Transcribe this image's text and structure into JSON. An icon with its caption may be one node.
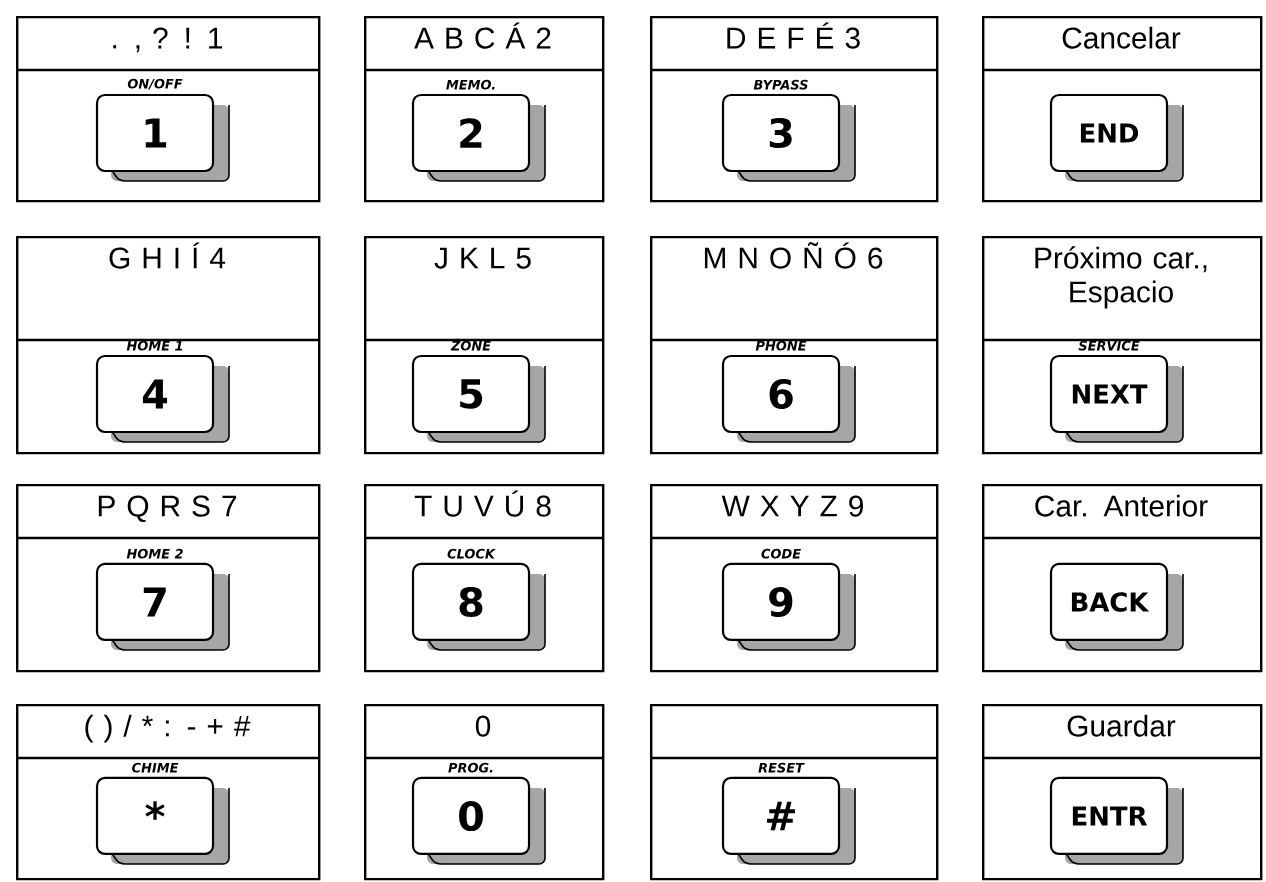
{
  "diagram": {
    "nodes": [
      {
        "text": [
          ". , ? ! 1"
        ]
      },
      {
        "text": [
          "1"
        ],
        "in": 0,
        "beside": [
          "ON/OFF"
        ]
      },
      {
        "text": [
          "A B C Á 2"
        ]
      },
      {
        "text": [
          "2"
        ],
        "in": 2,
        "beside": [
          "MEMO."
        ]
      },
      {
        "text": [
          "D E F É 3"
        ]
      },
      {
        "text": [
          "3"
        ],
        "in": 4,
        "beside": [
          "BYPASS"
        ]
      },
      {
        "text": [
          "Cancelar"
        ]
      },
      {
        "text": [
          "END"
        ],
        "in": 6
      },
      {
        "text": [
          "G H I Í 4"
        ]
      },
      {
        "text": [
          "4"
        ],
        "in": 8,
        "beside": [
          "HOME 1"
        ]
      },
      {
        "text": [
          "J K L 5"
        ]
      },
      {
        "text": [
          "5"
        ],
        "in": 10,
        "beside": [
          "ZONE"
        ]
      },
      {
        "text": [
          "M N O Ñ Ó 6"
        ]
      },
      {
        "text": [
          "6"
        ],
        "in": 12,
        "beside": [
          "PHONE"
        ]
      },
      {
        "text": [
          "Próximo car., Espacio"
        ]
      },
      {
        "text": [
          "NEXT"
        ],
        "in": 14,
        "beside": [
          "SERVICE"
        ]
      },
      {
        "text": [
          "P Q R S 7"
        ]
      },
      {
        "text": [
          "7"
        ],
        "in": 16,
        "beside": [
          "HOME 2"
        ]
      },
      {
        "text": [
          "T U V Ú 8"
        ]
      },
      {
        "text": [
          "8"
        ],
        "in": 18,
        "beside": [
          "CLOCK"
        ]
      },
      {
        "text": [
          "W X Y Z 9"
        ]
      },
      {
        "text": [
          "9"
        ],
        "in": 20,
        "beside": [
          "CODE"
        ]
      },
      {
        "text": [
          "Car. Anterior"
        ]
      },
      {
        "text": [
          "BACK"
        ],
        "in": 22
      },
      {
        "text": [
          "( ) / * : - + #"
        ]
      },
      {
        "text": [
          "*"
        ],
        "in": 24,
        "beside": [
          "CHIME"
        ]
      },
      {
        "text": [
          "0"
        ]
      },
      {
        "text": [
          "0"
        ],
        "in": 26,
        "beside": [
          "PROG."
        ]
      },
      {
        "text": [],
        "shape": "box"
      },
      {
        "text": [
          "#"
        ],
        "in": 28,
        "beside": [
          "RESET"
        ]
      },
      {
        "text": [
          "Guardar"
        ]
      },
      {
        "text": [
          "ENTR"
        ],
        "in": 30
      }
    ]
  }
}
